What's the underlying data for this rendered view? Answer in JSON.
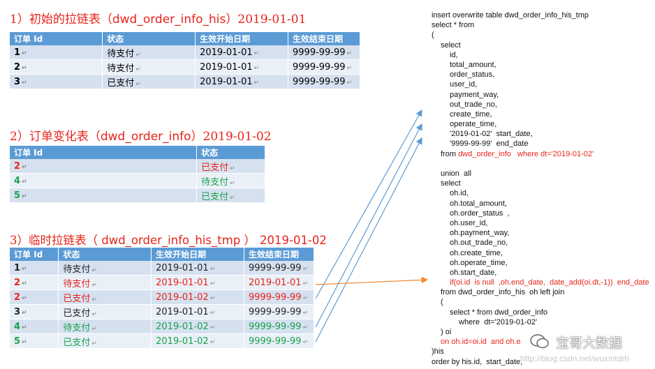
{
  "section1": {
    "title": {
      "num": "1）",
      "text": "初始的拉链表（dwd_order_info_his）",
      "date": "2019-01-01"
    },
    "headers": [
      "订单 Id",
      "状态",
      "生效开始日期",
      "生效结束日期"
    ],
    "rows": [
      {
        "id": "1",
        "status": "待支付",
        "start": "2019-01-01",
        "end": "9999-99-99"
      },
      {
        "id": "2",
        "status": "待支付",
        "start": "2019-01-01",
        "end": "9999-99-99"
      },
      {
        "id": "3",
        "status": "已支付",
        "start": "2019-01-01",
        "end": "9999-99-99"
      }
    ]
  },
  "section2": {
    "title": {
      "num": "2）",
      "text": "订单变化表（dwd_order_info）",
      "date": "2019-01-02"
    },
    "headers": [
      "订单 Id",
      "状态"
    ],
    "rows": [
      {
        "id": "2",
        "status": "已支付",
        "color": "red"
      },
      {
        "id": "4",
        "status": "待支付",
        "color": "green"
      },
      {
        "id": "5",
        "status": "已支付",
        "color": "green"
      }
    ]
  },
  "section3": {
    "title": {
      "num": "3）",
      "text": "临时拉链表（ dwd_order_info_his_tmp ）",
      "date": "2019-01-02"
    },
    "headers": [
      "订单 Id",
      "状态",
      "生效开始日期",
      "生效结束日期"
    ],
    "rows": [
      {
        "id": "1",
        "status": "待支付",
        "start": "2019-01-01",
        "end": "9999-99-99",
        "color": "dark"
      },
      {
        "id": "2",
        "status": "待支付",
        "start": "2019-01-01",
        "end": "2019-01-01",
        "color": "red"
      },
      {
        "id": "2",
        "status": "已支付",
        "start": "2019-01-02",
        "end": "9999-99-99",
        "color": "red"
      },
      {
        "id": "3",
        "status": "已支付",
        "start": "2019-01-01",
        "end": "9999-99-99",
        "color": "dark"
      },
      {
        "id": "4",
        "status": "待支付",
        "start": "2019-01-02",
        "end": "9999-99-99",
        "color": "green"
      },
      {
        "id": "5",
        "status": "已支付",
        "start": "2019-01-02",
        "end": "9999-99-99",
        "color": "green"
      }
    ]
  },
  "sql_lines": [
    {
      "t": "insert overwrite table dwd_order_info_his_tmp",
      "i": 0
    },
    {
      "t": "select * from",
      "i": 0
    },
    {
      "t": "(",
      "i": 0
    },
    {
      "t": "select",
      "i": 1
    },
    {
      "t": "id,",
      "i": 2
    },
    {
      "t": "total_amount,",
      "i": 2
    },
    {
      "t": "order_status,",
      "i": 2
    },
    {
      "t": "user_id,",
      "i": 2
    },
    {
      "t": "payment_way,",
      "i": 2
    },
    {
      "t": "out_trade_no,",
      "i": 2
    },
    {
      "t": "create_time,",
      "i": 2
    },
    {
      "t": "operate_time,",
      "i": 2
    },
    {
      "t": "'2019-01-02'  start_date,",
      "i": 2
    },
    {
      "t": "'9999-99-99'  end_date",
      "i": 2
    },
    {
      "t": "from dwd_order_info   where dt='2019-01-02'",
      "i": 1,
      "red_from": 5
    },
    {
      "t": "",
      "i": 0
    },
    {
      "t": "union  all",
      "i": 1
    },
    {
      "t": "select",
      "i": 1
    },
    {
      "t": "oh.id,",
      "i": 2
    },
    {
      "t": "oh.total_amount,",
      "i": 2
    },
    {
      "t": "oh.order_status  ,",
      "i": 2
    },
    {
      "t": "oh.user_id,",
      "i": 2
    },
    {
      "t": "oh.payment_way,",
      "i": 2
    },
    {
      "t": "oh.out_trade_no,",
      "i": 2
    },
    {
      "t": "oh.create_time,",
      "i": 2
    },
    {
      "t": "oh.operate_time,",
      "i": 2
    },
    {
      "t": "oh.start_date,",
      "i": 2
    },
    {
      "t": "if(oi.id  is null  ,oh.end_date,  date_add(oi.dt,-1))  end_date",
      "i": 2,
      "red": true
    },
    {
      "t": "from dwd_order_info_his  oh left join",
      "i": 1
    },
    {
      "t": "(",
      "i": 1
    },
    {
      "t": "select * from dwd_order_info",
      "i": 2
    },
    {
      "t": "where  dt='2019-01-02'",
      "i": 3
    },
    {
      "t": ") oi",
      "i": 1
    },
    {
      "t": "on oh.id=oi.id  and oh.e",
      "i": 1,
      "red": true
    },
    {
      "t": ")his",
      "i": 0
    },
    {
      "t": "order by his.id,  start_date;",
      "i": 0
    }
  ],
  "watermark": {
    "text": "宝哥大数据",
    "url": "http://blog.csdn.net/wuxintdrh"
  },
  "colors": {
    "header_bg": "#5b9bd5",
    "row_dark": "#d6e1f0",
    "row_light": "#eaf0f8",
    "red": "#e8231a",
    "green": "#18a24a",
    "arrow_blue": "#5b9bd5",
    "arrow_orange": "#f28a2f"
  }
}
